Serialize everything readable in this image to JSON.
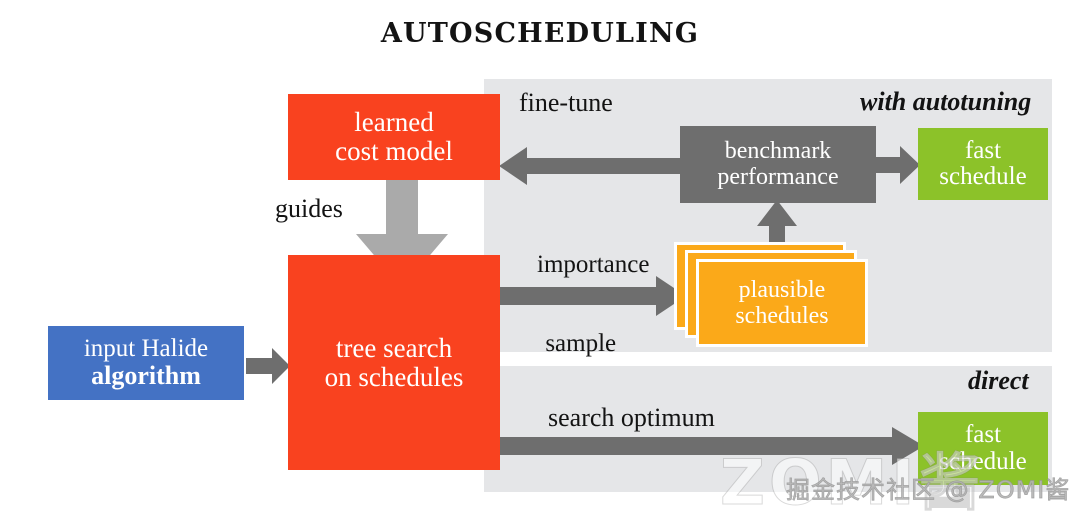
{
  "title": "AUTOSCHEDULING",
  "colors": {
    "red": "#f9421f",
    "blue": "#4472c4",
    "green": "#8cc229",
    "orange": "#fba919",
    "dark_gray": "#6e6e6e",
    "light_gray_arrow": "#aaaaaa",
    "panel": "#e5e6e8",
    "text": "#131313"
  },
  "boxes": {
    "cost_model": {
      "line1": "learned",
      "line2": "cost model"
    },
    "tree_search": {
      "line1": "tree search",
      "line2": "on schedules"
    },
    "input": {
      "line1": "input Halide",
      "line2": "algorithm"
    },
    "benchmark": {
      "line1": "benchmark",
      "line2": "performance"
    },
    "fast_schedule_top": {
      "line1": "fast",
      "line2": "schedule"
    },
    "fast_schedule_bottom": {
      "line1": "fast",
      "line2": "schedule"
    },
    "plausible_schedules": {
      "line1": "plausible",
      "line2": "schedules"
    }
  },
  "labels": {
    "guides": "guides",
    "fine_tune": "fine-tune",
    "with_autotuning": "with autotuning",
    "direct": "direct",
    "importance_line1": "importance",
    "importance_line2": "sample",
    "search_optimum": "search optimum"
  },
  "watermark": {
    "big": "ZOMI酱",
    "small": "掘金技术社区 @ ZOMI酱"
  }
}
